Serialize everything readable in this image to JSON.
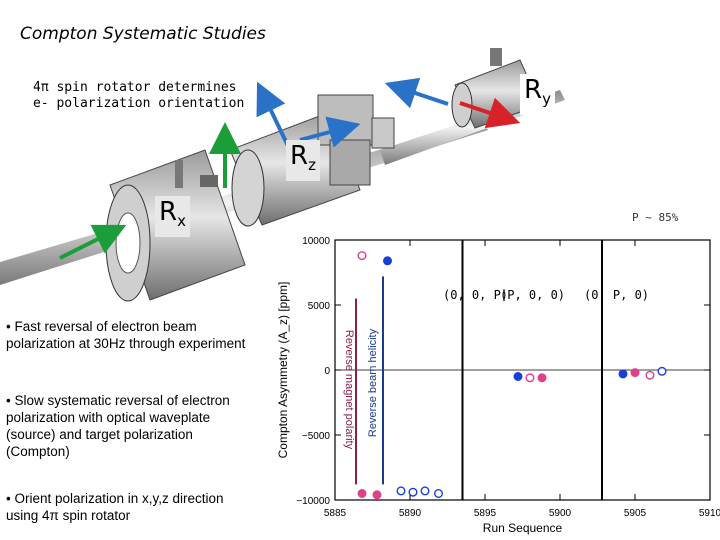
{
  "slide": {
    "title": "Compton Systematic Studies",
    "caption_line1": "4π spin rotator determines",
    "caption_line2": "e- polarization orientation",
    "rotator_x": "R",
    "rotator_x_sub": "x",
    "rotator_y": "R",
    "rotator_y_sub": "y",
    "rotator_z": "R",
    "rotator_z_sub": "z",
    "polarization_tag": "P ~ 85%",
    "bullet1": "• Fast reversal of electron beam polarization at 30Hz through experiment",
    "bullet2": "• Slow systematic reversal of electron polarization with optical waveplate (source) and target polarization (Compton)",
    "bullet3": "• Orient polarization in x,y,z direction using 4π spin rotator",
    "arrow_colors": {
      "x": "#1b9e3a",
      "y": "#d8222a",
      "z": "#2a72c8"
    }
  },
  "chart_data": {
    "type": "scatter",
    "xlabel": "Run Sequence",
    "ylabel": "Compton Asymmetry (A_z) [ppm]",
    "xlim": [
      5885,
      5910
    ],
    "ylim": [
      -10000,
      10000
    ],
    "x_ticks": [
      5885,
      5890,
      5895,
      5900,
      5905,
      5910
    ],
    "y_ticks": [
      -10000,
      -5000,
      0,
      5000,
      10000
    ],
    "y_tick_labels": [
      "−10000",
      "−5000",
      "0",
      "5000",
      "10000"
    ],
    "region_labels": [
      "(0, 0, P)",
      "(P, 0, 0)",
      "(0, P, 0)"
    ],
    "annotation_magnet": "Reverse magnet polarity",
    "annotation_helicity": "Reverse beam helicity",
    "dividers": [
      5893.5,
      5902.8
    ],
    "series": [
      {
        "style": "pink-open",
        "color": "#e0408a",
        "points": [
          [
            5886.8,
            8800
          ],
          [
            5898,
            -600
          ],
          [
            5906,
            -400
          ]
        ]
      },
      {
        "style": "pink-filled",
        "color": "#e0408a",
        "points": [
          [
            5886.8,
            -9500
          ],
          [
            5887.8,
            -9600
          ],
          [
            5898.8,
            -600
          ],
          [
            5905,
            -200
          ]
        ]
      },
      {
        "style": "blue-filled",
        "color": "#1a3fd8",
        "points": [
          [
            5888.5,
            8400
          ],
          [
            5897.2,
            -500
          ],
          [
            5904.2,
            -300
          ]
        ]
      },
      {
        "style": "blue-open",
        "color": "#1a3fd8",
        "points": [
          [
            5889.4,
            -9300
          ],
          [
            5890.2,
            -9400
          ],
          [
            5891.0,
            -9300
          ],
          [
            5891.9,
            -9500
          ],
          [
            5906.8,
            -100
          ]
        ]
      }
    ]
  }
}
